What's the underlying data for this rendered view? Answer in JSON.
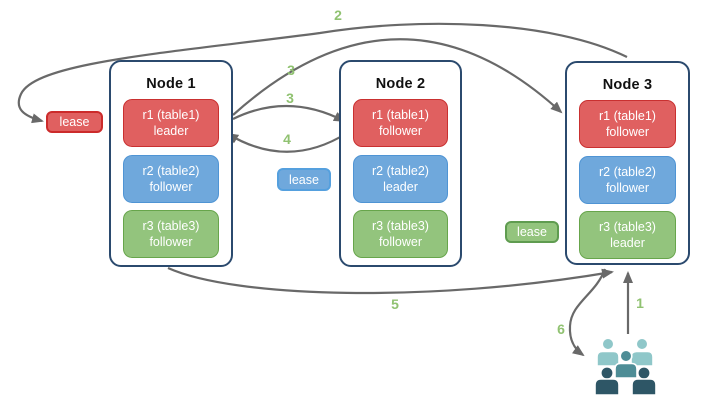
{
  "diagram_title": "replica leader/follower lease transfer diagram",
  "nodes": [
    {
      "title": "Node 1",
      "replicas": [
        {
          "name": "r1 (table1)",
          "role": "leader",
          "color": "#e06060"
        },
        {
          "name": "r2 (table2)",
          "role": "follower",
          "color": "#6fa8dc"
        },
        {
          "name": "r3 (table3)",
          "role": "follower",
          "color": "#93c47d"
        }
      ]
    },
    {
      "title": "Node 2",
      "replicas": [
        {
          "name": "r1 (table1)",
          "role": "follower",
          "color": "#e06060"
        },
        {
          "name": "r2 (table2)",
          "role": "leader",
          "color": "#6fa8dc"
        },
        {
          "name": "r3 (table3)",
          "role": "follower",
          "color": "#93c47d"
        }
      ]
    },
    {
      "title": "Node 3",
      "replicas": [
        {
          "name": "r1 (table1)",
          "role": "follower",
          "color": "#e06060"
        },
        {
          "name": "r2 (table2)",
          "role": "follower",
          "color": "#6fa8dc"
        },
        {
          "name": "r3 (table3)",
          "role": "leader",
          "color": "#93c47d"
        }
      ]
    }
  ],
  "leases": [
    {
      "label": "lease",
      "color": "#e06060"
    },
    {
      "label": "lease",
      "color": "#6fa8dc"
    },
    {
      "label": "lease",
      "color": "#93c47d"
    }
  ],
  "steps": [
    {
      "label": "1"
    },
    {
      "label": "2"
    },
    {
      "label": "3"
    },
    {
      "label": "3"
    },
    {
      "label": "4"
    },
    {
      "label": "5"
    },
    {
      "label": "6"
    }
  ],
  "icons": {
    "users_group": "users-group-icon"
  },
  "colors": {
    "node_border": "#2b4a6e",
    "arrow": "#696969",
    "step_label": "#90c271",
    "red_fill": "#e06060",
    "red_border": "#c93030",
    "blue_fill": "#6fa8dc",
    "blue_border": "#4f94d4",
    "green_fill": "#93c47d",
    "green_border": "#67a54b",
    "people_light": "#8fc7c9",
    "people_mid": "#4e8d96",
    "people_dark": "#2e5666"
  }
}
